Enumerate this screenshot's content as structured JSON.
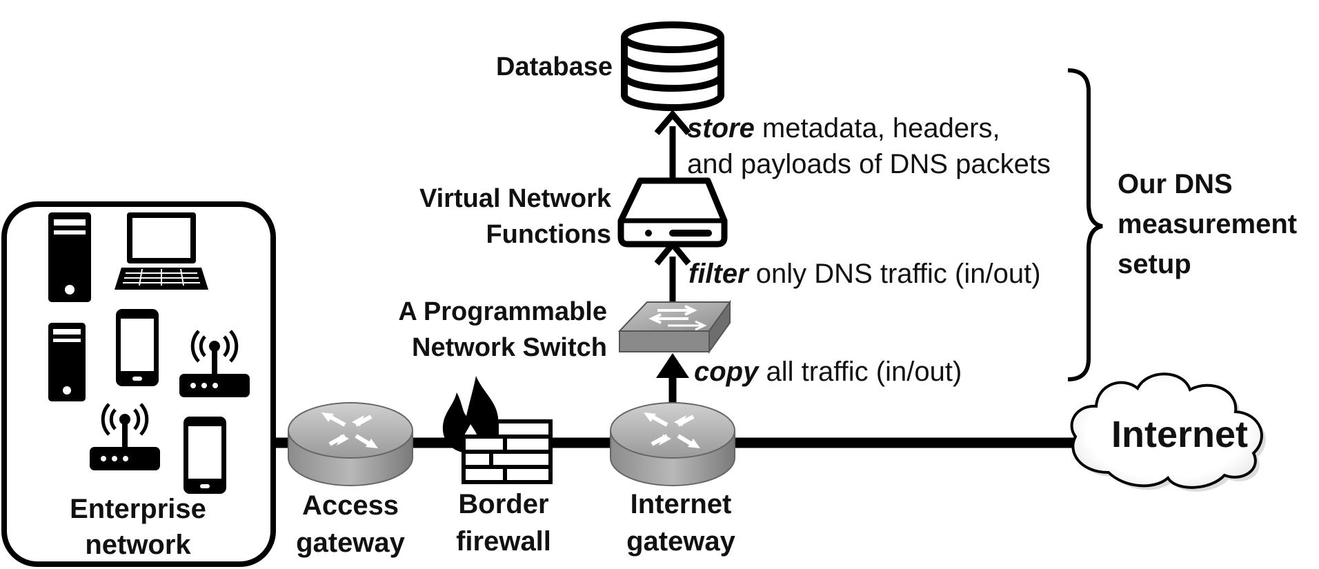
{
  "nodes": {
    "database": "Database",
    "vnf_line1": "Virtual Network",
    "vnf_line2": "Functions",
    "switch_line1": "A Programmable",
    "switch_line2": "Network Switch",
    "enterprise_line1": "Enterprise",
    "enterprise_line2": "network",
    "access_line1": "Access",
    "access_line2": "gateway",
    "firewall_line1": "Border",
    "firewall_line2": "firewall",
    "inet_gw_line1": "Internet",
    "inet_gw_line2": "gateway",
    "internet": "Internet"
  },
  "edges": {
    "store_verb": "store",
    "store_rest1": " metadata, headers,",
    "store_line2": "and payloads of DNS packets",
    "filter_verb": "filter",
    "filter_rest": " only DNS traffic (in/out)",
    "copy_verb": "copy",
    "copy_rest": " all traffic (in/out)"
  },
  "bracket_label": {
    "line1": "Our DNS",
    "line2": "measurement",
    "line3": "setup"
  },
  "icons": [
    "database-icon",
    "vnf-server-icon",
    "network-switch-icon",
    "router-icon",
    "firewall-icon",
    "cloud-icon",
    "desktop-tower-icon",
    "laptop-icon",
    "smartphone-icon",
    "wifi-router-icon"
  ]
}
